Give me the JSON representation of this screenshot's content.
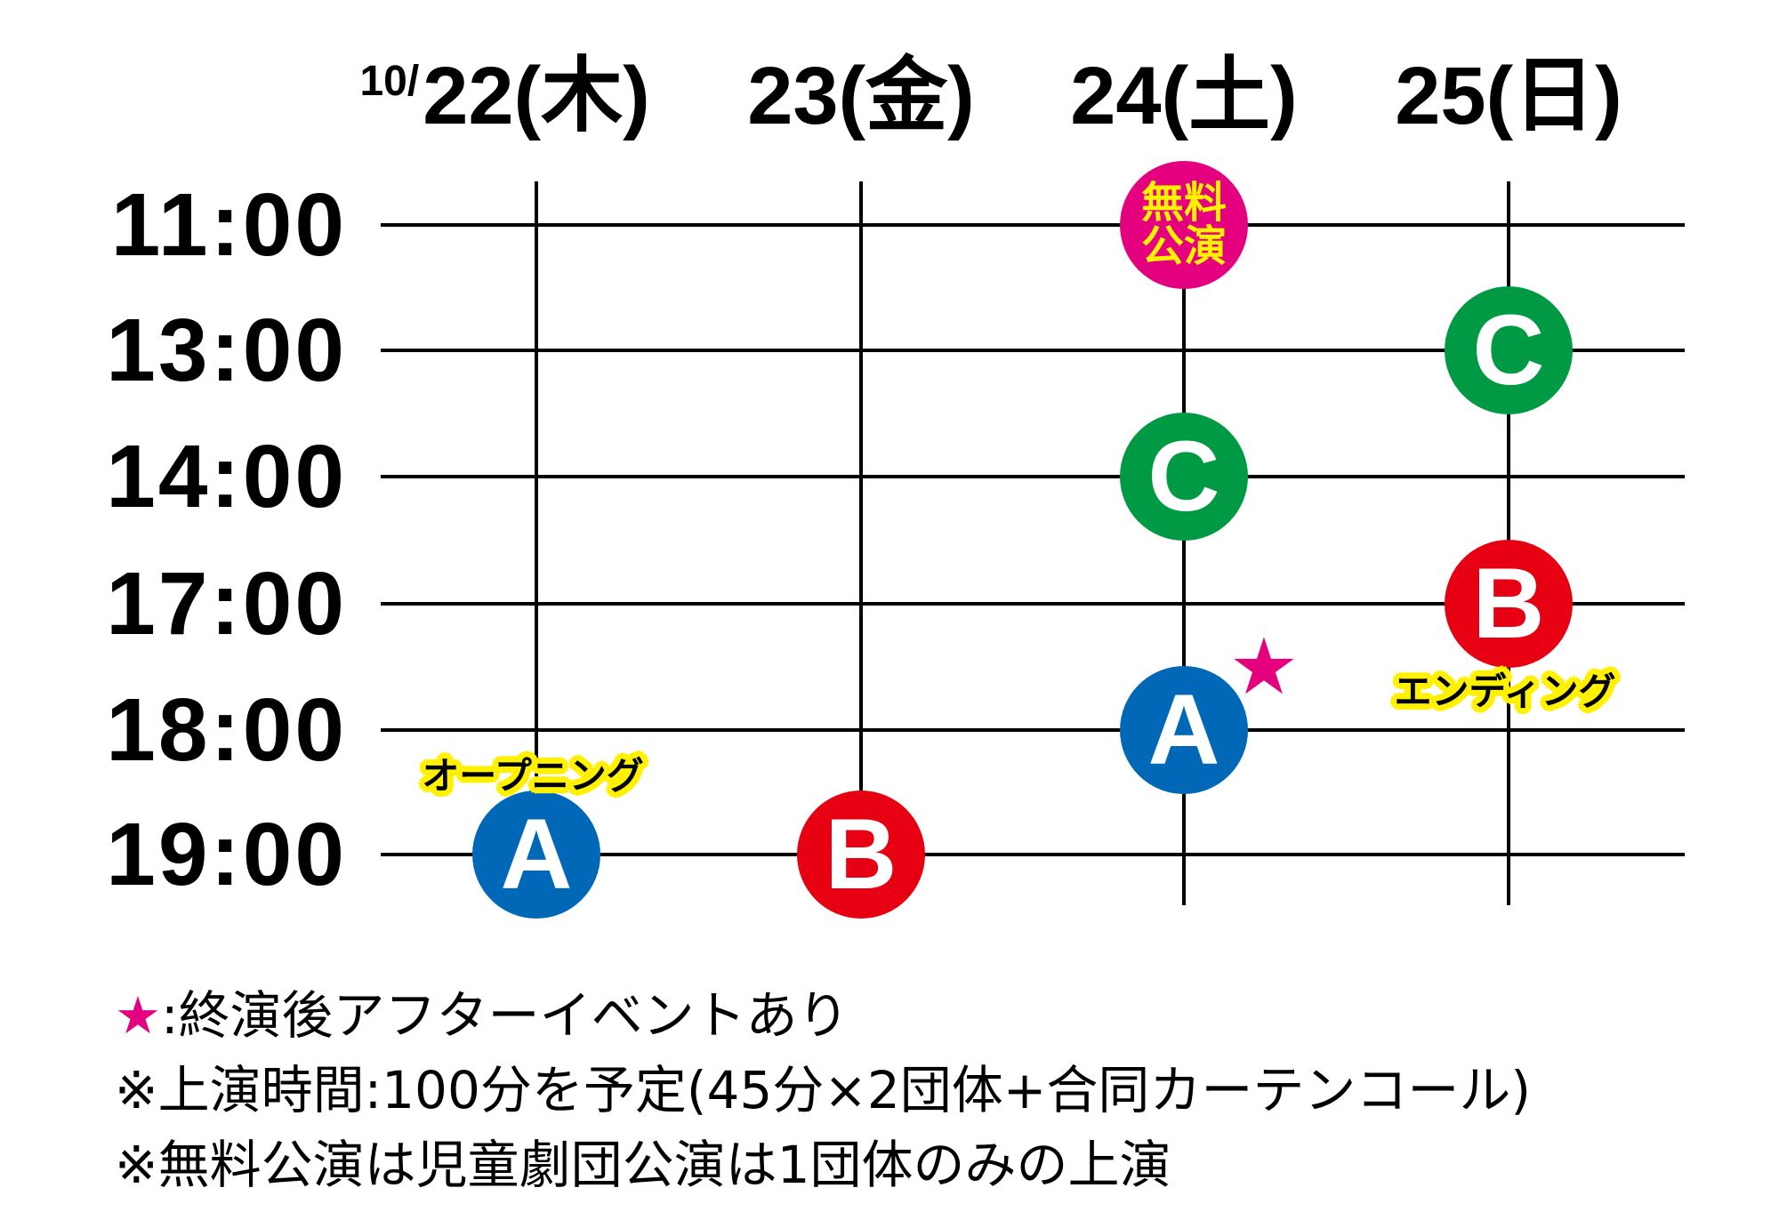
{
  "header": {
    "month_prefix": "10/",
    "days": [
      "22(木)",
      "23(金)",
      "24(土)",
      "25(日)"
    ]
  },
  "time_slots": [
    "11:00",
    "13:00",
    "14:00",
    "17:00",
    "18:00",
    "19:00"
  ],
  "colors": {
    "grid": "#000000",
    "label_halo": "#fff100",
    "free_text": "#fff100",
    "star": "#e4007f"
  },
  "schedule": [
    {
      "day": 0,
      "slot": 5,
      "group": "A",
      "color": "#0068b7",
      "opening": "オープニング"
    },
    {
      "day": 1,
      "slot": 5,
      "group": "B",
      "color": "#e60012"
    },
    {
      "day": 2,
      "slot": 0,
      "title_lines": [
        "無料",
        "公演"
      ],
      "color": "#e4007f"
    },
    {
      "day": 2,
      "slot": 2,
      "group": "C",
      "color": "#009944"
    },
    {
      "day": 2,
      "slot": 4,
      "group": "A",
      "color": "#0068b7",
      "after_event": true
    },
    {
      "day": 3,
      "slot": 1,
      "group": "C",
      "color": "#009944"
    },
    {
      "day": 3,
      "slot": 3,
      "group": "B",
      "color": "#e60012",
      "ending": "エンディング"
    }
  ],
  "notes": {
    "legend_marker": "★",
    "legend_text": ":終演後アフターイベントあり",
    "duration": "※上演時間:100分を予定(45分×2団体+合同カーテンコール)",
    "free_note": "※無料公演は児童劇団公演は1団体のみの上演"
  }
}
